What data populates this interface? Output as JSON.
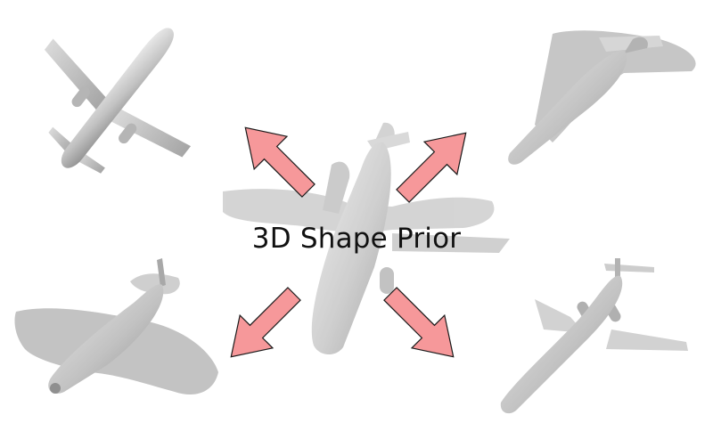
{
  "caption": "3D Shape Prior",
  "colors": {
    "background": "#ffffff",
    "arrow_fill": "#f6989a",
    "arrow_stroke": "#1a1a1a",
    "plane_light": "#e4e4e4",
    "plane_mid": "#bdbdbd",
    "plane_dark": "#909090"
  },
  "arrows": [
    "up-left",
    "up-right",
    "down-left",
    "down-right"
  ],
  "planes": [
    "central-prior-airplane",
    "airliner-top-left",
    "delta-jet-top-right",
    "propeller-plane-bottom-left",
    "trijet-bottom-right"
  ]
}
